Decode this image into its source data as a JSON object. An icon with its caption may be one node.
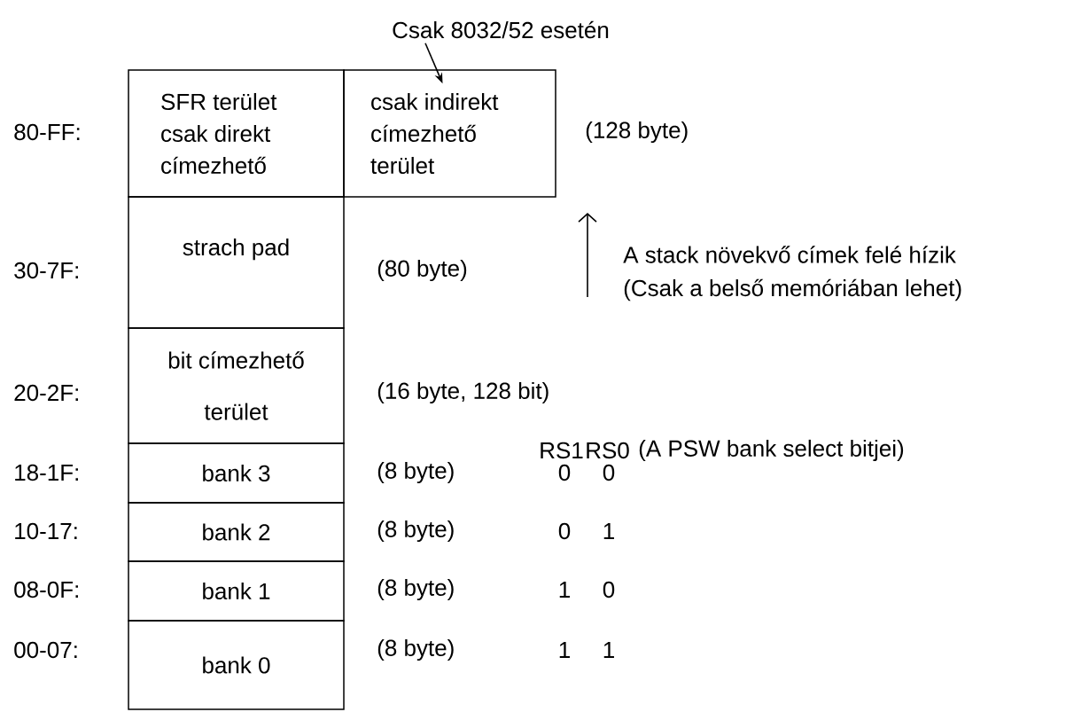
{
  "diagram": {
    "nodes": [
      {
        "text": [
          "Csak 8032/52 esetén"
        ]
      },
      {
        "text": [
          "SFR terület csak direkt címezhető"
        ]
      },
      {
        "text": [
          "csak indirekt címezhető terület"
        ]
      },
      {
        "text": [
          "strach pad"
        ]
      },
      {
        "text": [
          "bit címezhető terület"
        ]
      },
      {
        "text": [
          "bank 3"
        ]
      },
      {
        "text": [
          "bank 2"
        ]
      },
      {
        "text": [
          "bank 1"
        ]
      },
      {
        "text": [
          "bank 0"
        ]
      }
    ],
    "edges": [
      {
        "from": 0,
        "to": 2,
        "arrow": "to"
      }
    ],
    "labels": [
      "80-FF:",
      "(128 byte)",
      "30-7F:",
      "(80 byte)",
      "A stack növekvő címek felé hízik",
      "(Csak a belső memóriában lehet)",
      "20-2F:",
      "(16 byte, 128 bit)",
      "RS1",
      "RS0",
      "(A PSW bank select bitjei)",
      "18-1F:",
      "(8 byte)",
      "0",
      "0",
      "10-17:",
      "(8 byte)",
      "0",
      "1",
      "08-0F:",
      "(8 byte)",
      "1",
      "0",
      "00-07:",
      "(8 byte)",
      "1",
      "1"
    ]
  }
}
